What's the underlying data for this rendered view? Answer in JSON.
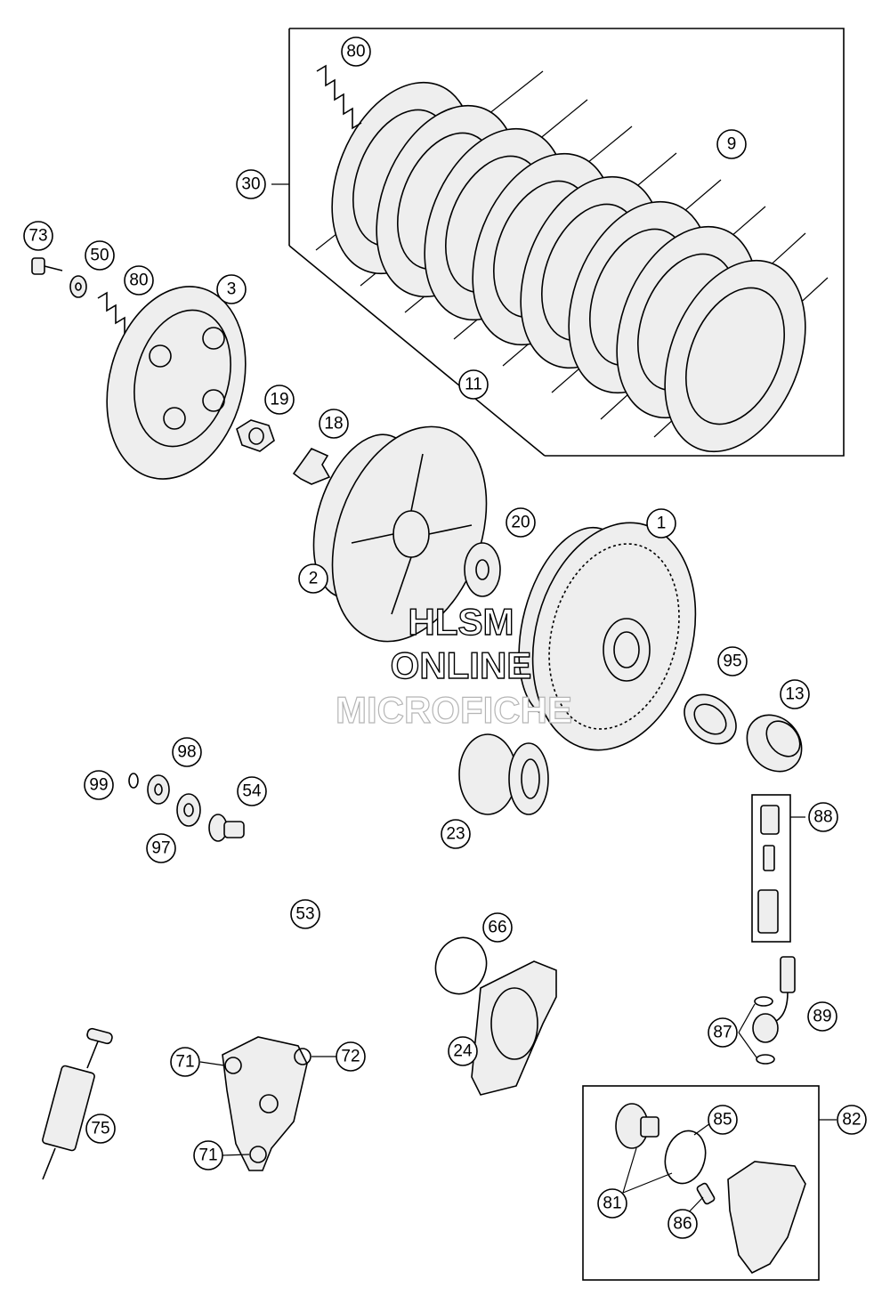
{
  "watermark": {
    "line1": "HLSM",
    "line2": "ONLINE",
    "line3": "MICROFICHE"
  },
  "callouts": [
    {
      "label": "80"
    },
    {
      "label": "30"
    },
    {
      "label": "9"
    },
    {
      "label": "11"
    },
    {
      "label": "73"
    },
    {
      "label": "50"
    },
    {
      "label": "80"
    },
    {
      "label": "3"
    },
    {
      "label": "19"
    },
    {
      "label": "18"
    },
    {
      "label": "20"
    },
    {
      "label": "1"
    },
    {
      "label": "2"
    },
    {
      "label": "95"
    },
    {
      "label": "13"
    },
    {
      "label": "98"
    },
    {
      "label": "99"
    },
    {
      "label": "54"
    },
    {
      "label": "97"
    },
    {
      "label": "23"
    },
    {
      "label": "88"
    },
    {
      "label": "53"
    },
    {
      "label": "66"
    },
    {
      "label": "89"
    },
    {
      "label": "87"
    },
    {
      "label": "24"
    },
    {
      "label": "71"
    },
    {
      "label": "72"
    },
    {
      "label": "75"
    },
    {
      "label": "71"
    },
    {
      "label": "82"
    },
    {
      "label": "85"
    },
    {
      "label": "81"
    },
    {
      "label": "86"
    }
  ]
}
